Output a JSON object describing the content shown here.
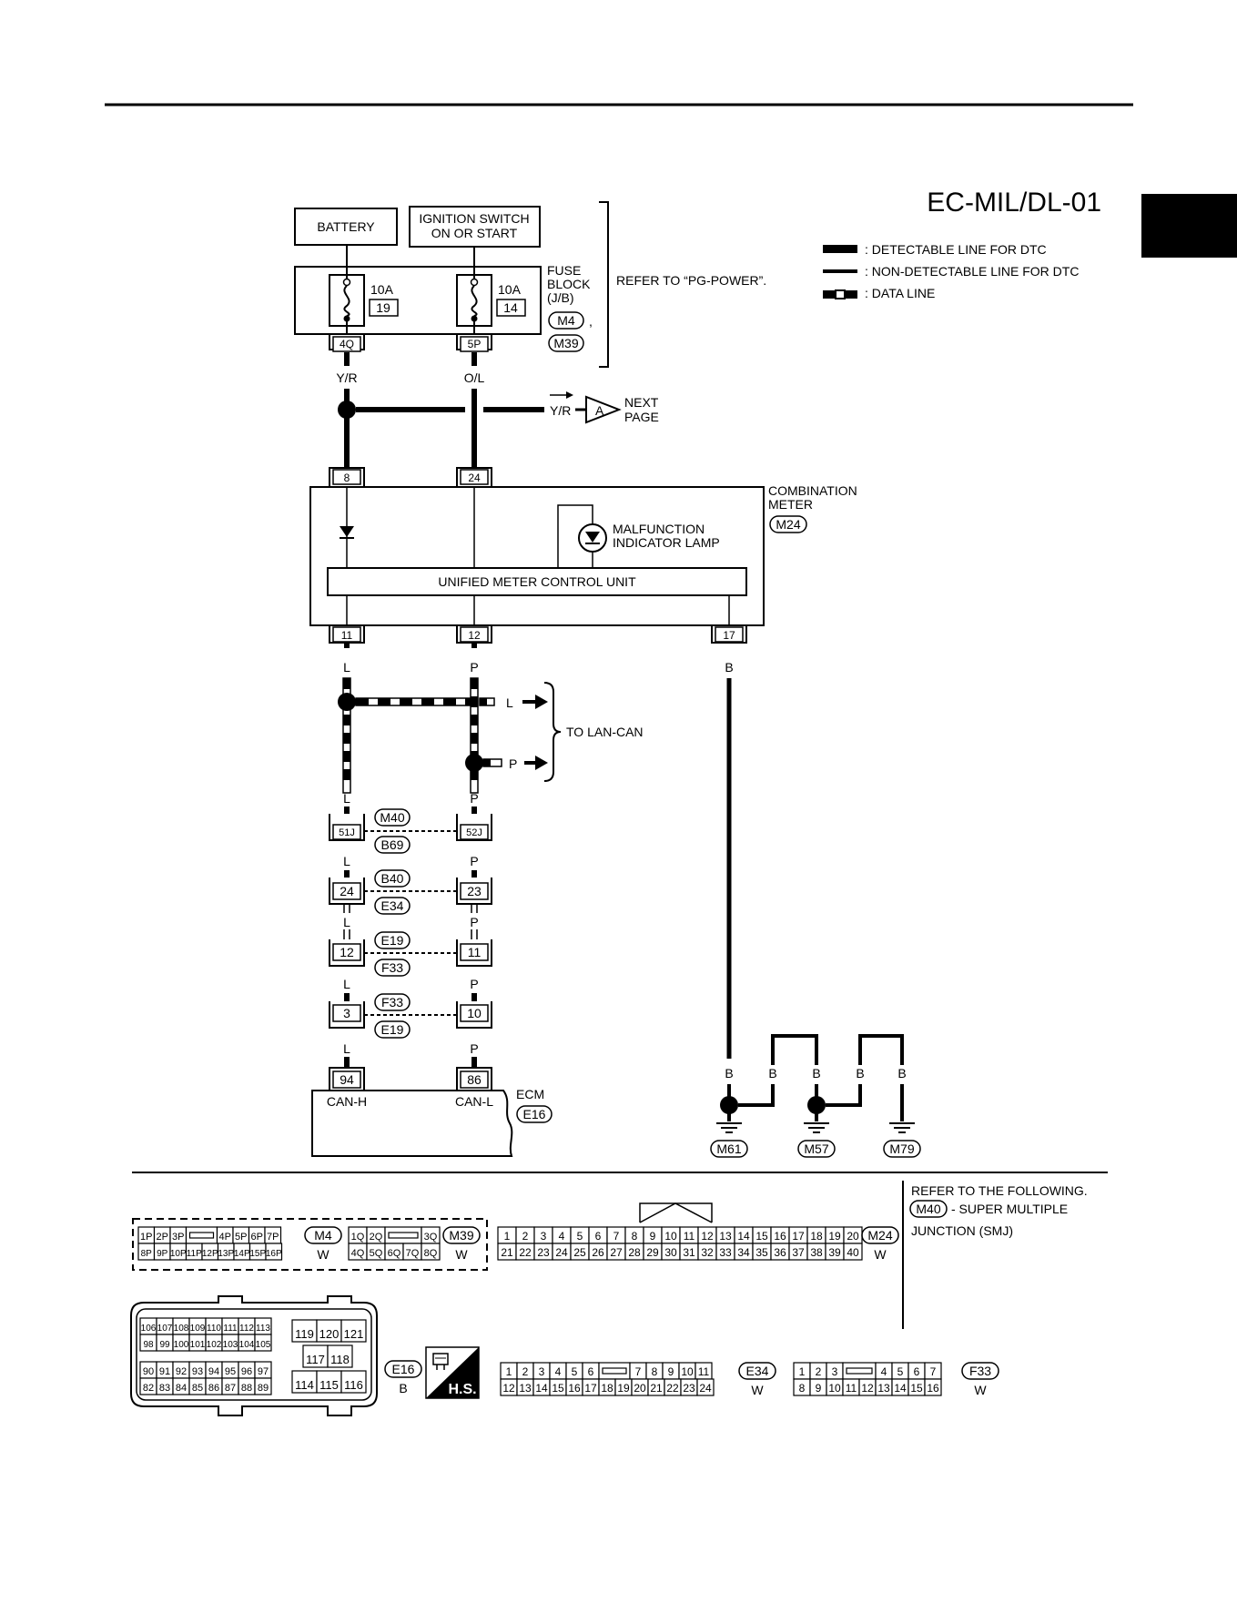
{
  "title": "EC-MIL/DL-01",
  "legend": {
    "detectable": ": DETECTABLE LINE FOR DTC",
    "non_detectable": ": NON-DETECTABLE LINE FOR DTC",
    "data_line": ": DATA LINE"
  },
  "power": {
    "battery": "BATTERY",
    "ignition_line1": "IGNITION SWITCH",
    "ignition_line2": "ON OR START",
    "fuse1_amp": "10A",
    "fuse1_num": "19",
    "fuse2_amp": "10A",
    "fuse2_num": "14",
    "fuse_block_line1": "FUSE",
    "fuse_block_line2": "BLOCK",
    "fuse_block_line3": "(J/B)",
    "fuse_conn1": "M4",
    "fuse_conn2": "M39",
    "comma": ",",
    "refer": "REFER TO “PG-POWER”.",
    "pin1": "4Q",
    "pin2": "5P",
    "wire1": "Y/R",
    "wire2": "O/L"
  },
  "next_page": {
    "wire": "Y/R",
    "marker": "A",
    "line1": "NEXT",
    "line2": "PAGE"
  },
  "meter": {
    "label_line1": "COMBINATION",
    "label_line2": "METER",
    "connector": "M24",
    "pin_in1": "8",
    "pin_in2": "24",
    "mil_line1": "MALFUNCTION",
    "mil_line2": "INDICATOR LAMP",
    "control_unit": "UNIFIED METER CONTROL UNIT",
    "pin_out1": "11",
    "pin_out2": "12",
    "pin_out3": "17"
  },
  "can": {
    "wire_l": "L",
    "wire_p": "P",
    "wire_b": "B",
    "to_lan": "TO LAN-CAN",
    "junctions": [
      {
        "left_pin": "51J",
        "right_pin": "52J",
        "top_conn": "M40",
        "bottom_conn": "B69"
      },
      {
        "left_pin": "24",
        "right_pin": "23",
        "top_conn": "B40",
        "bottom_conn": "E34"
      },
      {
        "left_pin": "12",
        "right_pin": "11",
        "top_conn": "E19",
        "bottom_conn": "F33"
      },
      {
        "left_pin": "3",
        "right_pin": "10",
        "top_conn": "F33",
        "bottom_conn": "E19"
      }
    ]
  },
  "ecm": {
    "pin1": "94",
    "pin2": "86",
    "label": "ECM",
    "connector": "E16",
    "can_h": "CAN-H",
    "can_l": "CAN-L"
  },
  "grounds": {
    "wire": "B",
    "g1": "M61",
    "g2": "M57",
    "g3": "M79"
  },
  "refer_box": {
    "line1": "REFER TO THE FOLLOWING.",
    "conn": "M40",
    "line2": "- SUPER MULTIPLE",
    "line3": "JUNCTION (SMJ)"
  },
  "connectors": {
    "m4": {
      "name": "M4",
      "color": "W",
      "row1": [
        "1P",
        "2P",
        "3P",
        "",
        "4P",
        "5P",
        "6P",
        "7P"
      ],
      "row2": [
        "8P",
        "9P",
        "10P",
        "11P",
        "12P",
        "13P",
        "14P",
        "15P",
        "16P"
      ]
    },
    "m39": {
      "name": "M39",
      "color": "W",
      "row1": [
        "1Q",
        "2Q",
        "",
        "3Q"
      ],
      "row2": [
        "4Q",
        "5Q",
        "6Q",
        "7Q",
        "8Q"
      ]
    },
    "m24": {
      "name": "M24",
      "color": "W",
      "row1": [
        "1",
        "2",
        "3",
        "4",
        "5",
        "6",
        "7",
        "8",
        "9",
        "10",
        "11",
        "12",
        "13",
        "14",
        "15",
        "16",
        "17",
        "18",
        "19",
        "20"
      ],
      "row2": [
        "21",
        "22",
        "23",
        "24",
        "25",
        "26",
        "27",
        "28",
        "29",
        "30",
        "31",
        "32",
        "33",
        "34",
        "35",
        "36",
        "37",
        "38",
        "39",
        "40"
      ]
    },
    "e16": {
      "name": "E16",
      "color": "B",
      "row1": [
        "106",
        "107",
        "108",
        "109",
        "110",
        "111",
        "112",
        "113"
      ],
      "row2": [
        "98",
        "99",
        "100",
        "101",
        "102",
        "103",
        "104",
        "105"
      ],
      "row3": [
        "90",
        "91",
        "92",
        "93",
        "94",
        "95",
        "96",
        "97"
      ],
      "row4": [
        "82",
        "83",
        "84",
        "85",
        "86",
        "87",
        "88",
        "89"
      ],
      "side_top": [
        "119",
        "120",
        "121"
      ],
      "side_mid": [
        "117",
        "118"
      ],
      "side_bot": [
        "114",
        "115",
        "116"
      ]
    },
    "hs_label": "H.S.",
    "e34": {
      "name": "E34",
      "color": "W",
      "row1": [
        "1",
        "2",
        "3",
        "4",
        "5",
        "6",
        "",
        "7",
        "8",
        "9",
        "10",
        "11"
      ],
      "row2": [
        "12",
        "13",
        "14",
        "15",
        "16",
        "17",
        "18",
        "19",
        "20",
        "21",
        "22",
        "23",
        "24"
      ]
    },
    "f33": {
      "name": "F33",
      "color": "W",
      "row1": [
        "1",
        "2",
        "3",
        "",
        "4",
        "5",
        "6",
        "7"
      ],
      "row2": [
        "8",
        "9",
        "10",
        "11",
        "12",
        "13",
        "14",
        "15",
        "16"
      ]
    }
  }
}
